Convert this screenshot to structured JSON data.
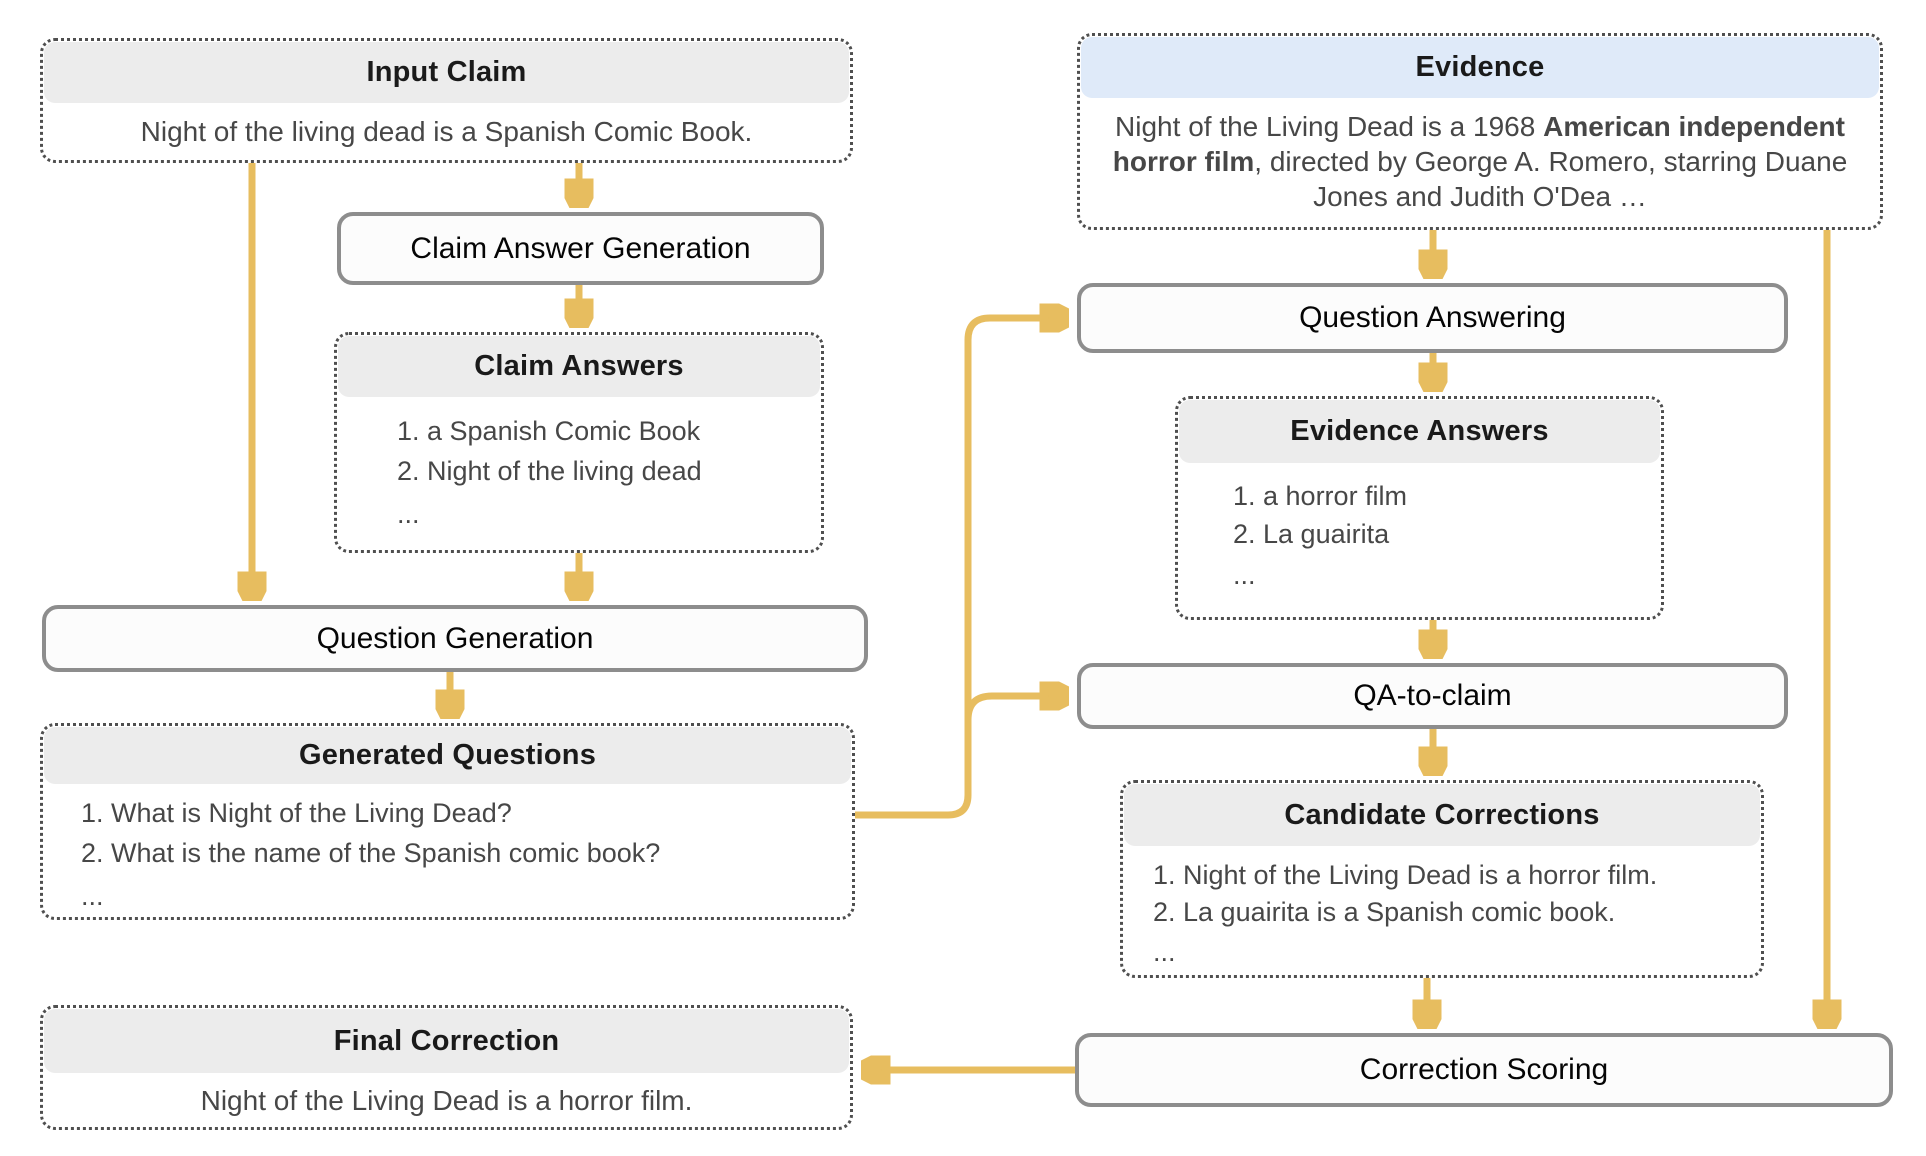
{
  "diagram": {
    "colors": {
      "arrow": "#E7BD5F",
      "process_border": "#8D8D8D",
      "data_border": "#4F4F4F",
      "header_gray": "#ECECEC",
      "header_blue": "#DFEAF9"
    },
    "boxes": {
      "input_claim": {
        "title": "Input Claim",
        "body": "Night of the living dead is a Spanish Comic Book."
      },
      "claim_answer_generation": {
        "label": "Claim Answer Generation"
      },
      "claim_answers": {
        "title": "Claim Answers",
        "items": [
          "1. a Spanish Comic Book",
          "2. Night of the living dead",
          "..."
        ]
      },
      "question_generation": {
        "label": "Question Generation"
      },
      "generated_questions": {
        "title": "Generated Questions",
        "items": [
          "1. What is Night of the Living Dead?",
          "2. What is the name of the Spanish comic book?",
          "..."
        ]
      },
      "final_correction": {
        "title": "Final Correction",
        "body": "Night of the Living Dead is a horror film."
      },
      "evidence": {
        "title": "Evidence",
        "body_prefix": "Night of the Living Dead is a 1968 ",
        "body_bold": "American independent horror film",
        "body_suffix": ", directed by George A. Romero, starring Duane Jones and Judith O'Dea …"
      },
      "question_answering": {
        "label": "Question Answering"
      },
      "evidence_answers": {
        "title": "Evidence Answers",
        "items": [
          "1. a horror film",
          "2. La guairita",
          "..."
        ]
      },
      "qa_to_claim": {
        "label": "QA-to-claim"
      },
      "candidate_corrections": {
        "title": "Candidate Corrections",
        "items": [
          "1. Night of the Living Dead is a horror film.",
          "2. La guairita is a Spanish comic book.",
          "..."
        ]
      },
      "correction_scoring": {
        "label": "Correction Scoring"
      }
    }
  }
}
